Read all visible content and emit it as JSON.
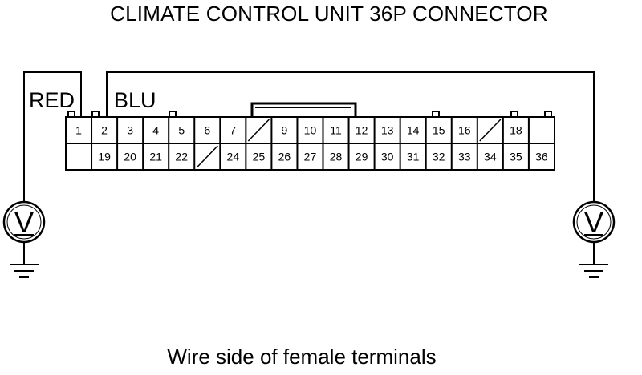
{
  "diagram": {
    "title": "CLIMATE CONTROL UNIT 36P CONNECTOR",
    "caption": "Wire side of female terminals",
    "wires": {
      "left": "RED",
      "right": "BLU"
    },
    "voltmeter_symbol": "V",
    "colors": {
      "line": "#000000",
      "background": "#ffffff"
    },
    "connector": {
      "top_row": [
        "1",
        "2",
        "3",
        "4",
        "5",
        "6",
        "7",
        "",
        "9",
        "10",
        "11",
        "12",
        "13",
        "14",
        "15",
        "16",
        "",
        "18",
        ""
      ],
      "bottom_row": [
        "",
        "19",
        "20",
        "21",
        "22",
        "",
        "24",
        "25",
        "26",
        "27",
        "28",
        "29",
        "30",
        "31",
        "32",
        "33",
        "34",
        "35",
        "36"
      ]
    }
  }
}
